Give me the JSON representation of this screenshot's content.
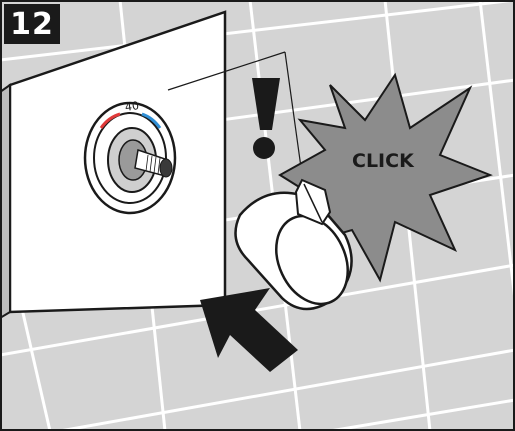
{
  "step": {
    "number": "12"
  },
  "illustration": {
    "callout_text": "CLICK",
    "temperature_mark": "40",
    "hot_color": "#e03a3a",
    "cold_color": "#2f8fd6",
    "star_color": "#8c8c8c",
    "tile_color": "#d4d4d4",
    "grout_color": "#ffffff",
    "warning_icon": "exclamation-icon",
    "arrow_icon": "push-arrow-icon"
  }
}
